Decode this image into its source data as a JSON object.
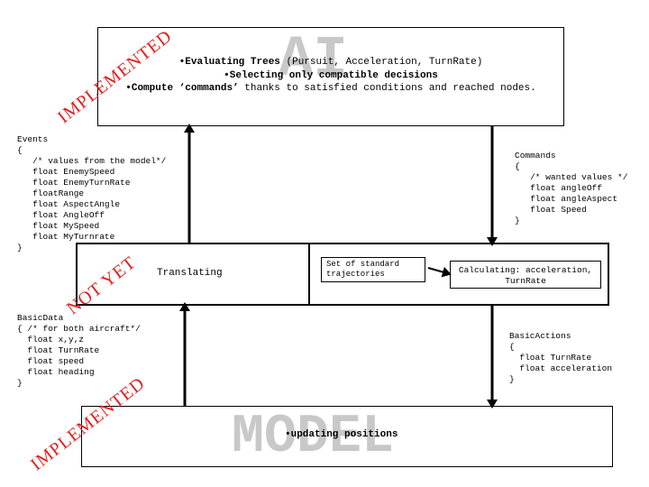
{
  "ai_box": {
    "watermark": "AI",
    "lines": [
      {
        "bold": "•Evaluating Trees",
        "rest": " (Pursuit, Acceleration, TurnRate)"
      },
      {
        "bold": "•Selecting only compatible decisions",
        "rest": ""
      },
      {
        "bold": "•Compute ‘commands’",
        "rest": " thanks to satisfied conditions and reached nodes."
      }
    ]
  },
  "model_box": {
    "watermark": "MODEL",
    "text": "•updating positions"
  },
  "translator": {
    "left_label": "Translating",
    "sub_left": "Set of standard\ntrajectories",
    "sub_right": "Calculating: acceleration,\nTurnRate"
  },
  "events_block": {
    "text": "Events\n{\n   /* values from the model*/\n   float EnemySpeed\n   float EnemyTurnRate\n   floatRange\n   float AspectAngle\n   float AngleOff\n   float MySpeed\n   float MyTurnrate\n}"
  },
  "commands_block": {
    "text": "Commands\n{\n   /* wanted values */\n   float angleOff\n   float angleAspect\n   float Speed\n}"
  },
  "basicdata_block": {
    "text": "BasicData\n{ /* for both aircraft*/\n  float x,y,z\n  float TurnRate\n  float speed\n  float heading\n}"
  },
  "basicactions_block": {
    "text": "BasicActions\n{\n  float TurnRate\n  float acceleration\n}"
  },
  "stamps": {
    "implemented_top": "IMPLEMENTED",
    "not_yet": "NOT  YET",
    "implemented_bottom": "IMPLEMENTED"
  },
  "colors": {
    "stamp": "#e21d1d",
    "watermark": "#c8c8c8",
    "line": "#000000"
  }
}
